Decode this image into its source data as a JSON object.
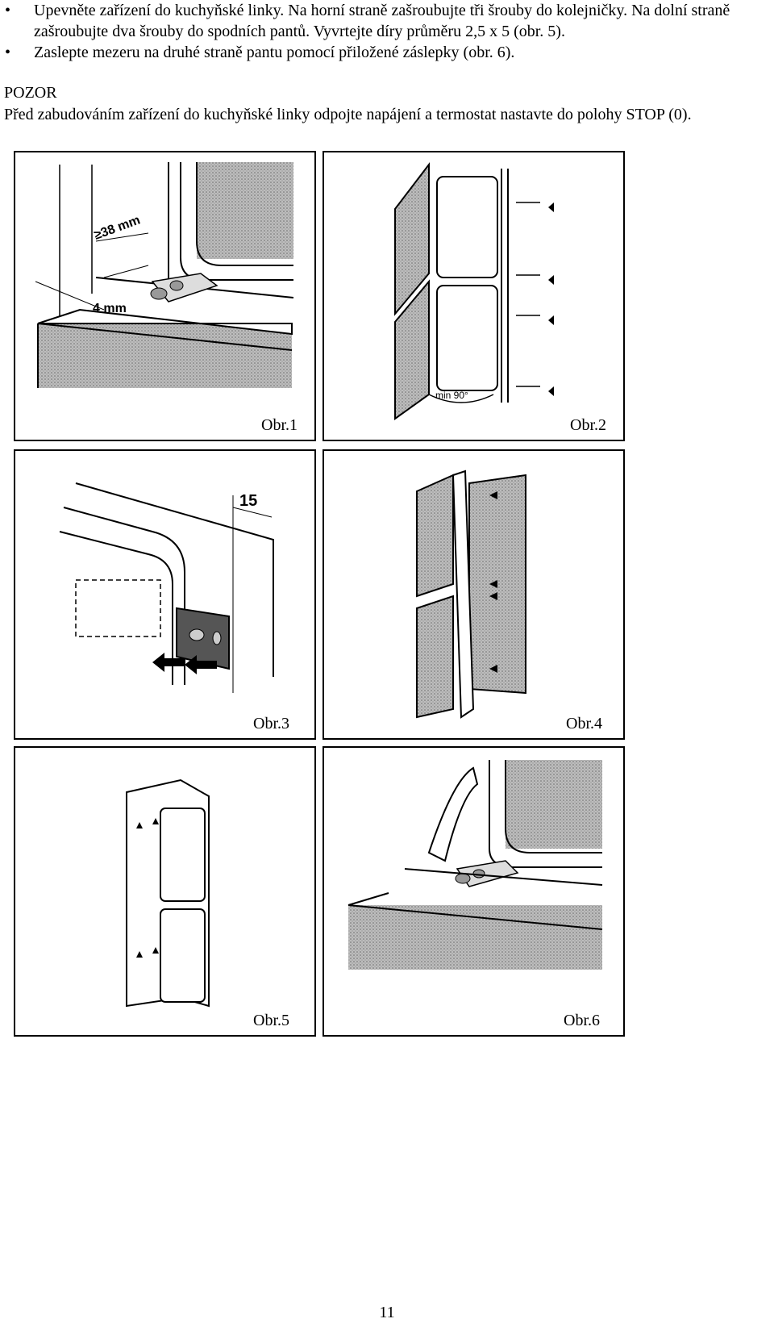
{
  "instructions": [
    "Upevněte zařízení do kuchyňské linky. Na horní straně zašroubujte tři šrouby do kolejničky. Na dolní straně zašroubujte dva šrouby do spodních pantů. Vyvrtejte díry průměru 2,5 x 5 (obr. 5).",
    "Zaslepte mezeru na druhé straně pantu pomocí přiložené záslepky (obr. 6)."
  ],
  "warning": {
    "title": "POZOR",
    "text": "Před zabudováním zařízení do kuchyňské linky odpojte napájení a termostat nastavte do polohy STOP (0)."
  },
  "figures": {
    "fig1": {
      "caption": "Obr.1",
      "dim_top": "≥38 mm",
      "dim_bottom": "4 mm"
    },
    "fig2": {
      "caption": "Obr.2",
      "angle_label": "min 90°"
    },
    "fig3": {
      "caption": "Obr.3",
      "dim": "15"
    },
    "fig4": {
      "caption": "Obr.4"
    },
    "fig5": {
      "caption": "Obr.5"
    },
    "fig6": {
      "caption": "Obr.6"
    }
  },
  "page_number": "11"
}
